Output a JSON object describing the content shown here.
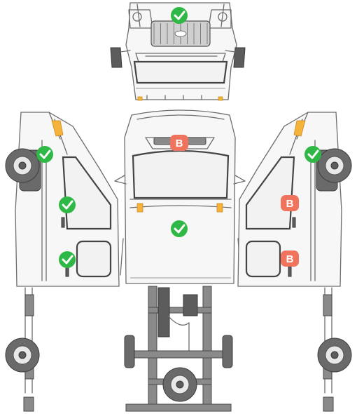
{
  "title": "",
  "colors": {
    "ok_marker": "#2fb845",
    "damage_marker": "#f0735d",
    "line": "#6d6d6d"
  },
  "markers": {
    "front_view": {
      "type": "ok",
      "icon": "check-icon"
    },
    "roof": {
      "type": "damage",
      "label": "B"
    },
    "hood": {
      "type": "ok",
      "icon": "check-icon"
    },
    "left_front_wheel": {
      "type": "ok",
      "icon": "check-icon"
    },
    "left_front_door": {
      "type": "ok",
      "icon": "check-icon"
    },
    "left_rear_door": {
      "type": "ok",
      "icon": "check-icon"
    },
    "right_front_wheel": {
      "type": "ok",
      "icon": "check-icon"
    },
    "right_front_door": {
      "type": "damage",
      "label": "B"
    },
    "right_rear_door": {
      "type": "damage",
      "label": "B"
    }
  }
}
